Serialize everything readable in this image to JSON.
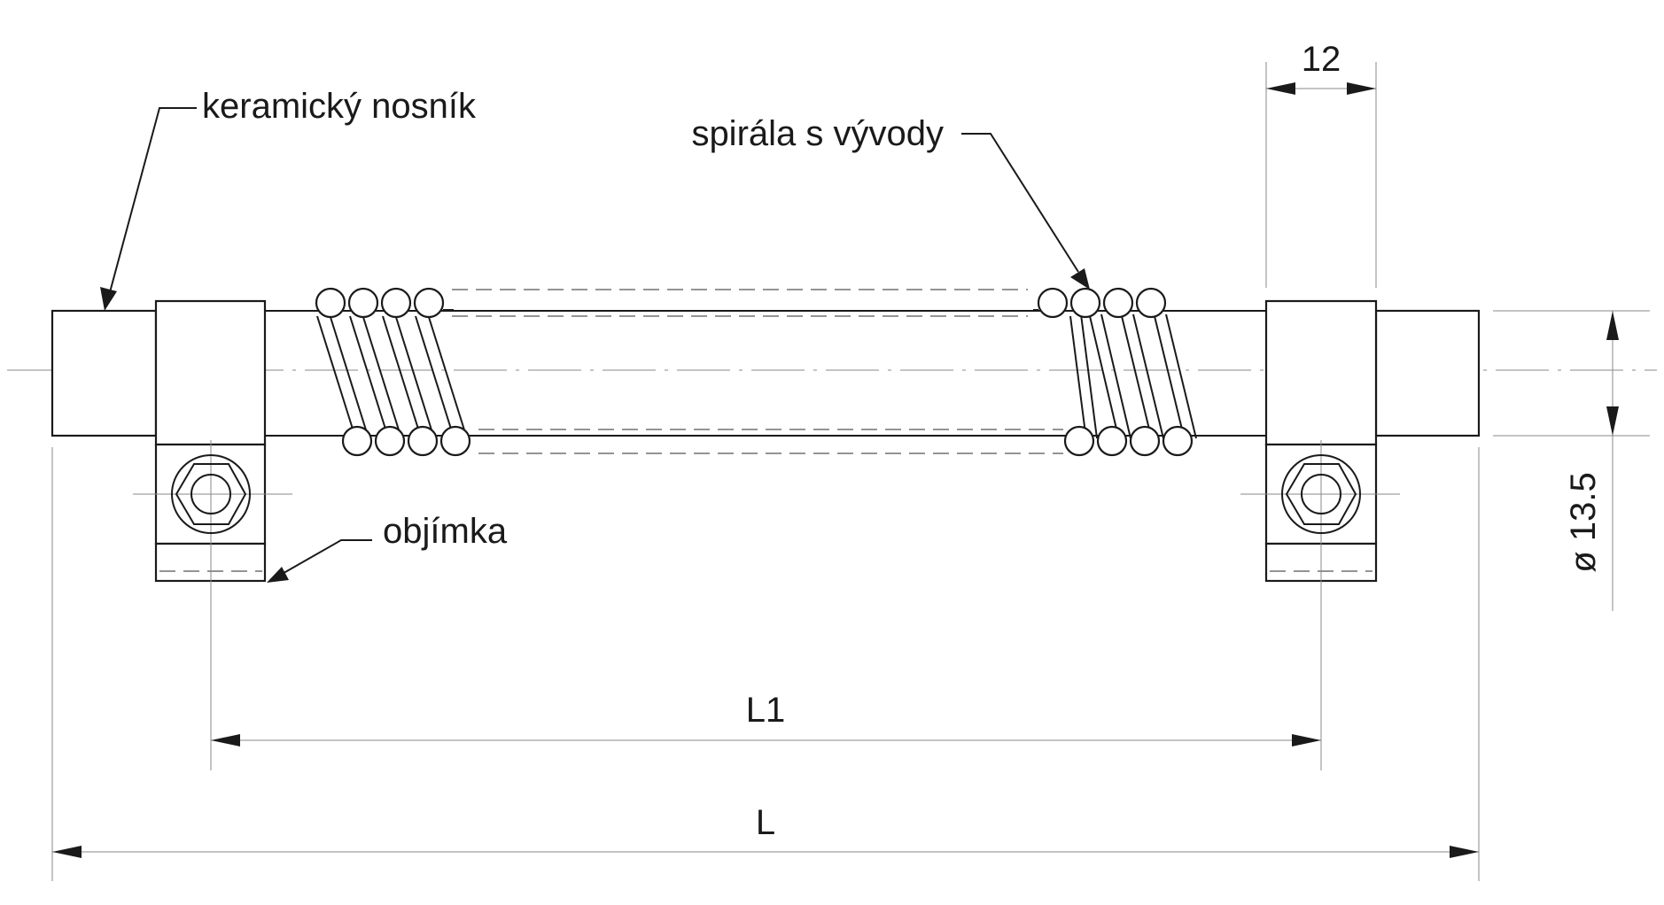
{
  "labels": {
    "carrier": "keramický nosník",
    "spiral": "spirála s vývody",
    "clamp": "objímka"
  },
  "dimensions": {
    "clamp_width": "12",
    "diameter": "ø 13.5",
    "inner_length": "L1",
    "total_length": "L"
  },
  "colors": {
    "line": "#1a1a1a",
    "dimension_line": "#8a8a8a"
  }
}
